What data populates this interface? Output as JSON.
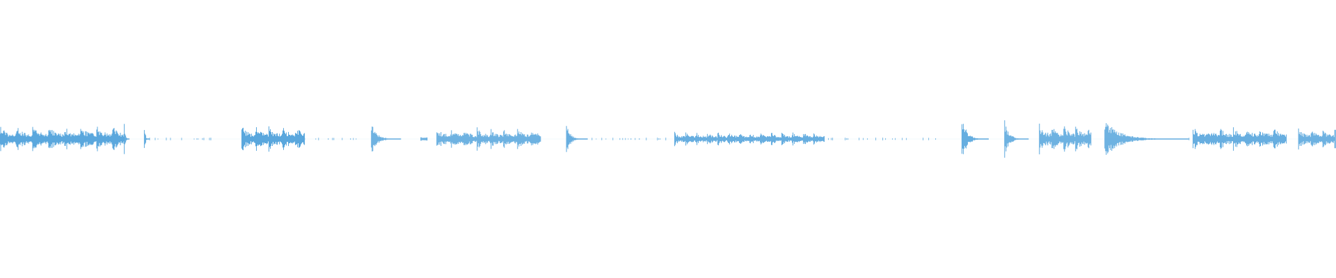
{
  "waveform": {
    "color": "#5aa7dd",
    "background": "#ffffff",
    "amplitude_scale": 1.0,
    "segments": [
      {
        "start": 0.0,
        "end": 0.093,
        "level": 0.26,
        "kind": "dense",
        "pulse": 0.012
      },
      {
        "start": 0.093,
        "end": 0.097,
        "level": 0.32,
        "kind": "burst",
        "pulse": 0.01
      },
      {
        "start": 0.108,
        "end": 0.112,
        "level": 0.3,
        "kind": "burst",
        "pulse": 0.01
      },
      {
        "start": 0.112,
        "end": 0.17,
        "level": 0.02,
        "kind": "sparse",
        "pulse": 0.02
      },
      {
        "start": 0.181,
        "end": 0.228,
        "level": 0.26,
        "kind": "dense",
        "pulse": 0.01
      },
      {
        "start": 0.228,
        "end": 0.268,
        "level": 0.02,
        "kind": "sparse",
        "pulse": 0.03
      },
      {
        "start": 0.278,
        "end": 0.3,
        "level": 0.3,
        "kind": "burst",
        "pulse": 0.018
      },
      {
        "start": 0.315,
        "end": 0.32,
        "level": 0.03,
        "kind": "blip",
        "pulse": 0.006
      },
      {
        "start": 0.327,
        "end": 0.405,
        "level": 0.22,
        "kind": "dense",
        "pulse": 0.01
      },
      {
        "start": 0.424,
        "end": 0.44,
        "level": 0.26,
        "kind": "burst",
        "pulse": 0.014
      },
      {
        "start": 0.44,
        "end": 0.5,
        "level": 0.02,
        "kind": "sparse",
        "pulse": 0.03
      },
      {
        "start": 0.505,
        "end": 0.617,
        "level": 0.14,
        "kind": "dense",
        "pulse": 0.008
      },
      {
        "start": 0.617,
        "end": 0.707,
        "level": 0.03,
        "kind": "sparse",
        "pulse": 0.015
      },
      {
        "start": 0.72,
        "end": 0.74,
        "level": 0.42,
        "kind": "burst",
        "pulse": 0.016
      },
      {
        "start": 0.752,
        "end": 0.77,
        "level": 0.36,
        "kind": "burst",
        "pulse": 0.016
      },
      {
        "start": 0.778,
        "end": 0.817,
        "level": 0.28,
        "kind": "dense",
        "pulse": 0.009
      },
      {
        "start": 0.827,
        "end": 0.89,
        "level": 0.34,
        "kind": "burst",
        "pulse": 0.016
      },
      {
        "start": 0.89,
        "end": 0.89,
        "level": 0.02,
        "kind": "sparse",
        "pulse": 0.02
      },
      {
        "start": 0.893,
        "end": 0.963,
        "level": 0.24,
        "kind": "dense",
        "pulse": 0.01
      },
      {
        "start": 0.972,
        "end": 1.0,
        "level": 0.2,
        "kind": "dense",
        "pulse": 0.009
      }
    ]
  }
}
